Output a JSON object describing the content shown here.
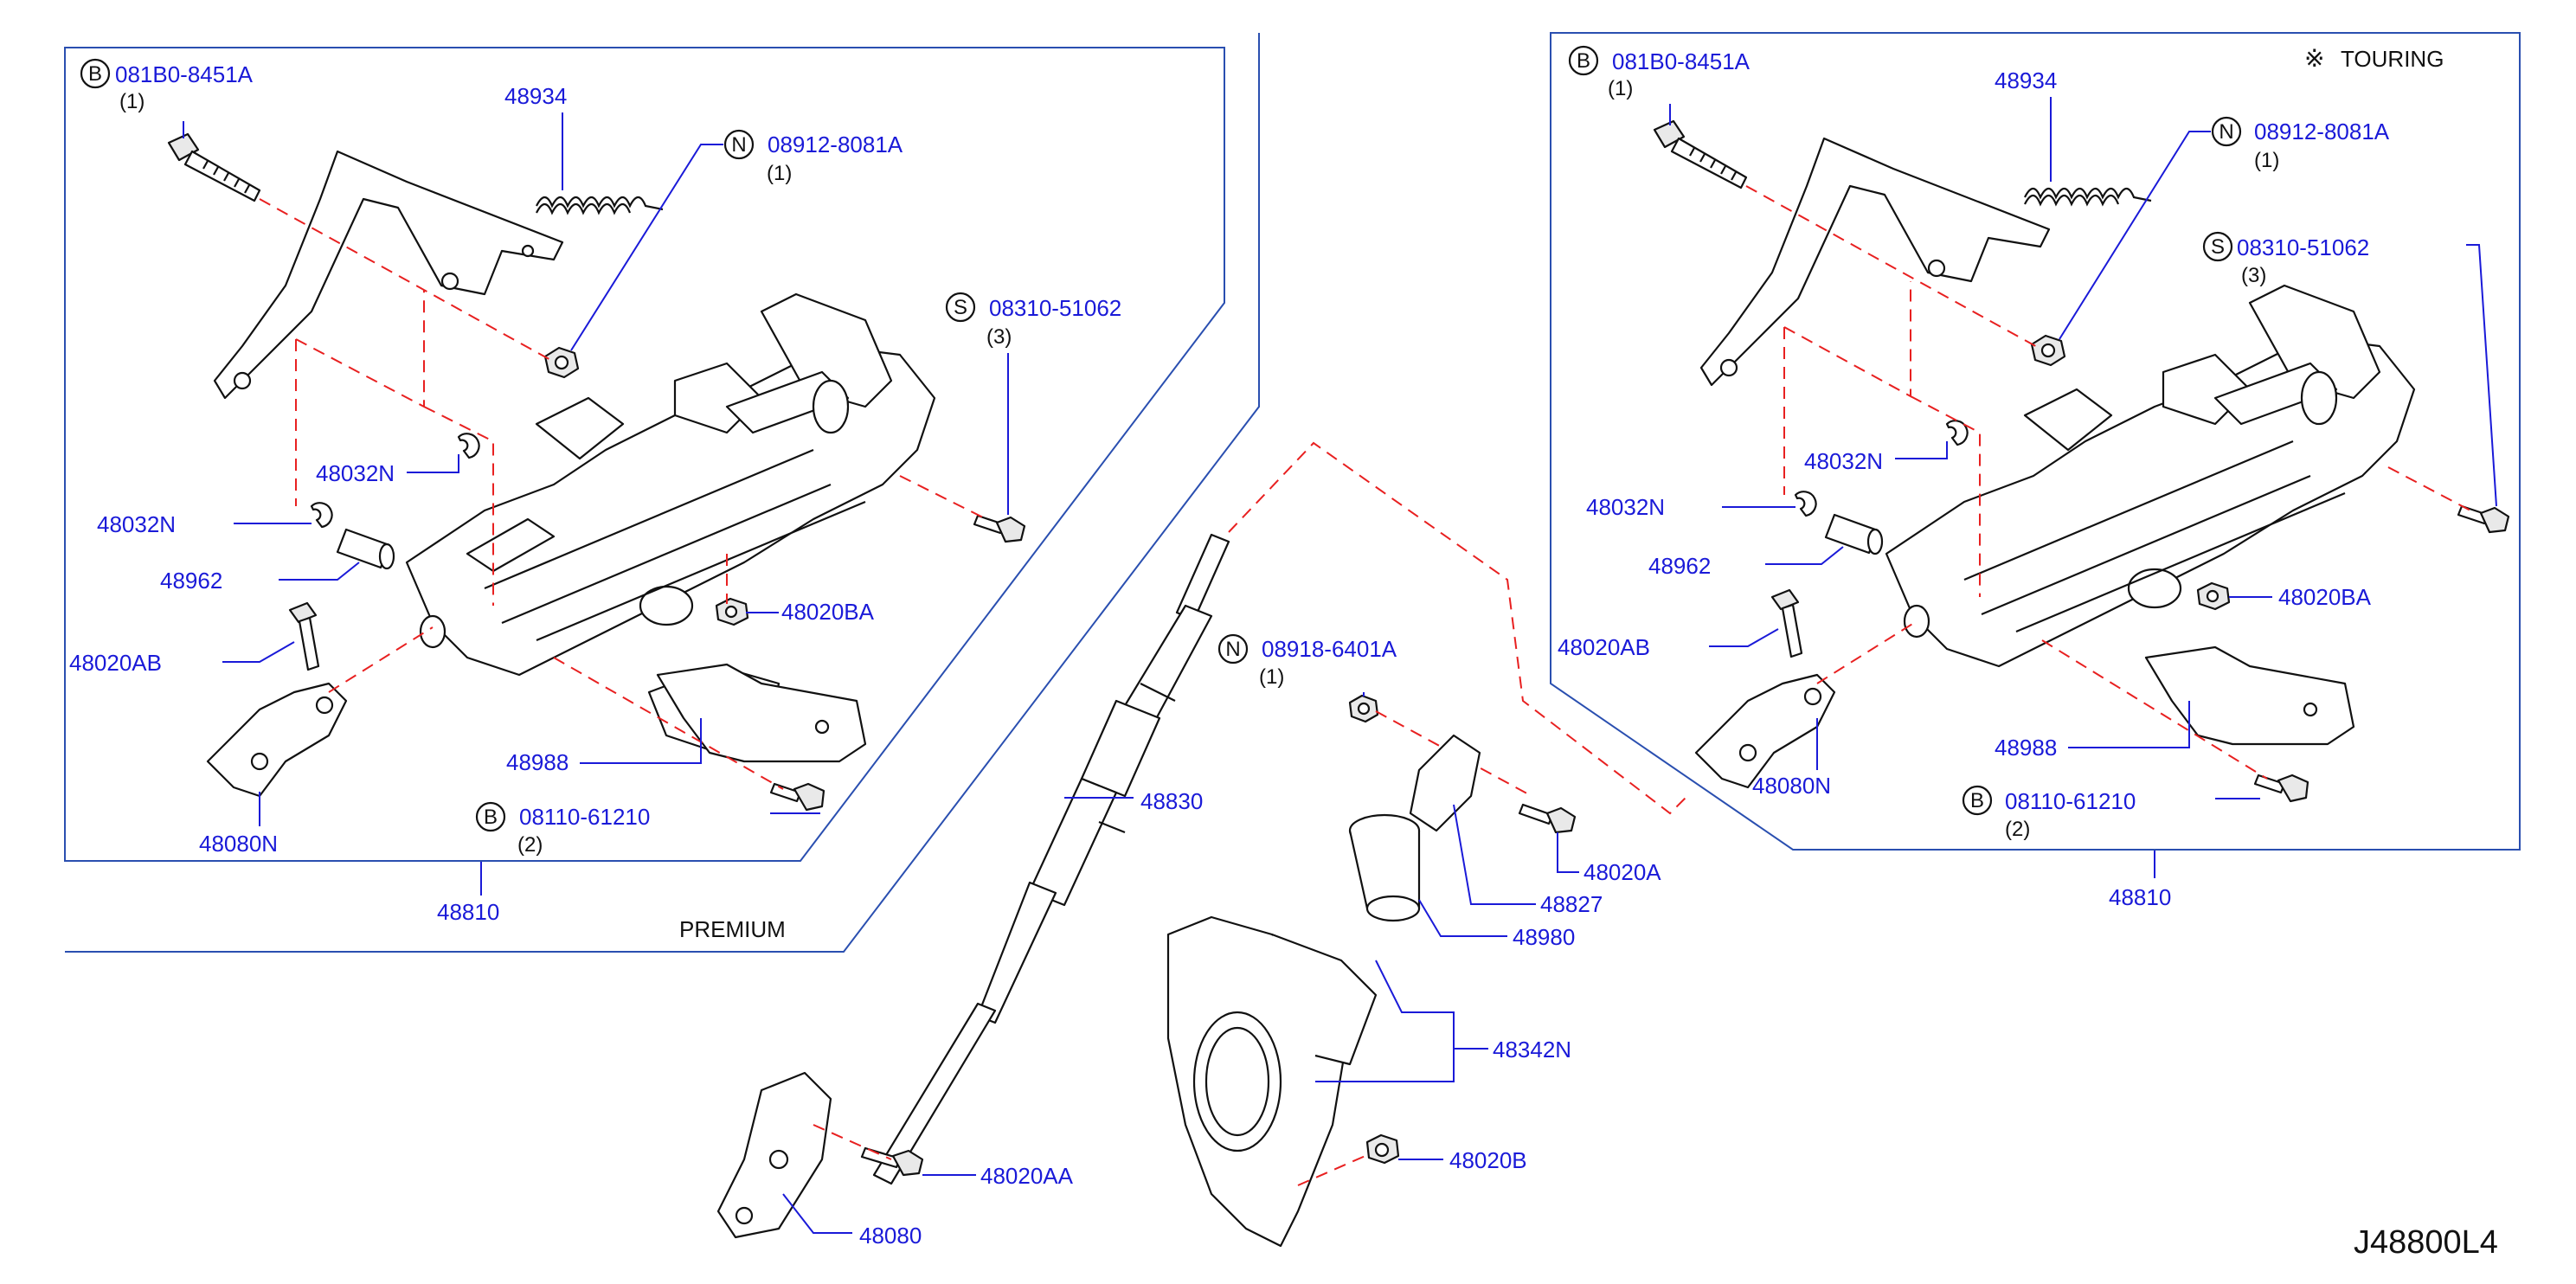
{
  "diagram_id": "J48800L4",
  "premium_group": {
    "caption": "PREMIUM",
    "assembly": "48810",
    "bolt_b": {
      "symbol": "B",
      "code": "081B0-8451A",
      "qty": "(1)"
    },
    "nut_n": {
      "symbol": "N",
      "code": "08912-8081A",
      "qty": "(1)"
    },
    "screw_s": {
      "symbol": "S",
      "code": "08310-51062",
      "qty": "(3)"
    },
    "bolt_b2": {
      "symbol": "B",
      "code": "08110-61210",
      "qty": "(2)"
    },
    "spring": "48934",
    "clip_upper": "48032N",
    "clip_lower": "48032N",
    "spacer": "48962",
    "bolt_ab": "48020AB",
    "nut_ba": "48020BA",
    "bracket": "48988",
    "joint": "48080N"
  },
  "touring_group": {
    "caption": "TOURING",
    "caption_mark": "※",
    "assembly": "48810",
    "bolt_b": {
      "symbol": "B",
      "code": "081B0-8451A",
      "qty": "(1)"
    },
    "nut_n": {
      "symbol": "N",
      "code": "08912-8081A",
      "qty": "(1)"
    },
    "screw_s": {
      "symbol": "S",
      "code": "08310-51062",
      "qty": "(3)"
    },
    "bolt_b2": {
      "symbol": "B",
      "code": "08110-61210",
      "qty": "(2)"
    },
    "spring": "48934",
    "clip_upper": "48032N",
    "clip_lower": "48032N",
    "spacer": "48962",
    "bolt_ab": "48020AB",
    "nut_ba": "48020BA",
    "bracket": "48988",
    "joint": "48080N"
  },
  "center_parts": {
    "shaft": "48830",
    "nut_n": {
      "symbol": "N",
      "code": "08918-6401A",
      "qty": "(1)"
    },
    "clamp": "48827",
    "bolt_a": "48020A",
    "seal": "48980",
    "cover": "48342N",
    "nut_b": "48020B",
    "bolt_aa": "48020AA",
    "lower_joint": "48080"
  }
}
